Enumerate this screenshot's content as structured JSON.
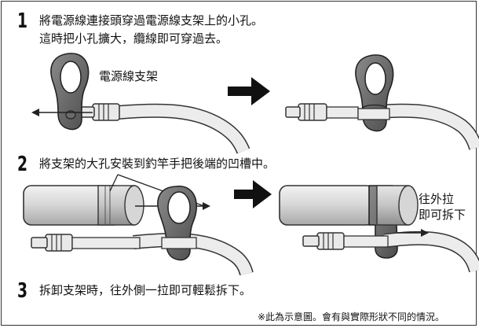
{
  "steps": [
    {
      "number": "1",
      "lines": [
        "將電源線連接頭穿過電源線支架上的小孔。",
        "這時把小孔擴大，纜線即可穿過去。"
      ]
    },
    {
      "number": "2",
      "lines": [
        "將支架的大孔安裝到釣竿手把後端的凹槽中。"
      ]
    },
    {
      "number": "3",
      "lines": [
        "拆卸支架時，往外側一拉即可輕鬆拆下。"
      ]
    }
  ],
  "labels": {
    "cord_holder": "電源線支架",
    "pull_out_line1": "往外拉",
    "pull_out_line2": "即可拆下"
  },
  "note": "※此為示意圖。會有與實際形狀不同的情況。"
}
